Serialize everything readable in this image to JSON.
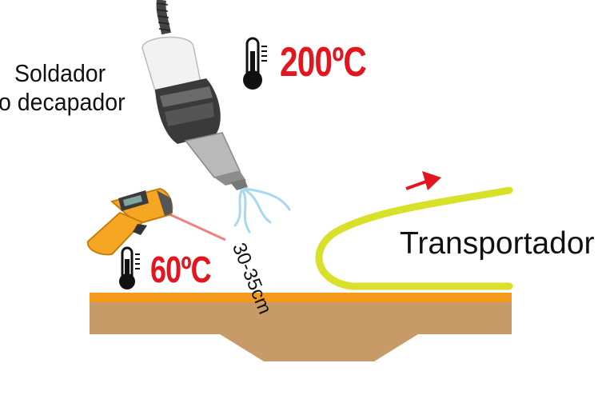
{
  "labels": {
    "tool_line1": "Soldador",
    "tool_line2": "o decapador",
    "temp_high": "200ºC",
    "temp_low": "60ºC",
    "distance": "30-35cm",
    "conveyor": "Transportador"
  },
  "colors": {
    "temperature_text": "#e3151e",
    "conveyor": "#d8e02a",
    "arrow": "#e3151e",
    "top_layer": "#f39a1c",
    "base": "#c89a68",
    "laser": "#f08080",
    "air_stream": "#a8d8f0",
    "thermometer_gun": "#f5a623"
  },
  "icons": [
    "heat-gun-icon",
    "thermometer-icon",
    "infrared-thermometer-icon",
    "direction-arrow-icon"
  ]
}
